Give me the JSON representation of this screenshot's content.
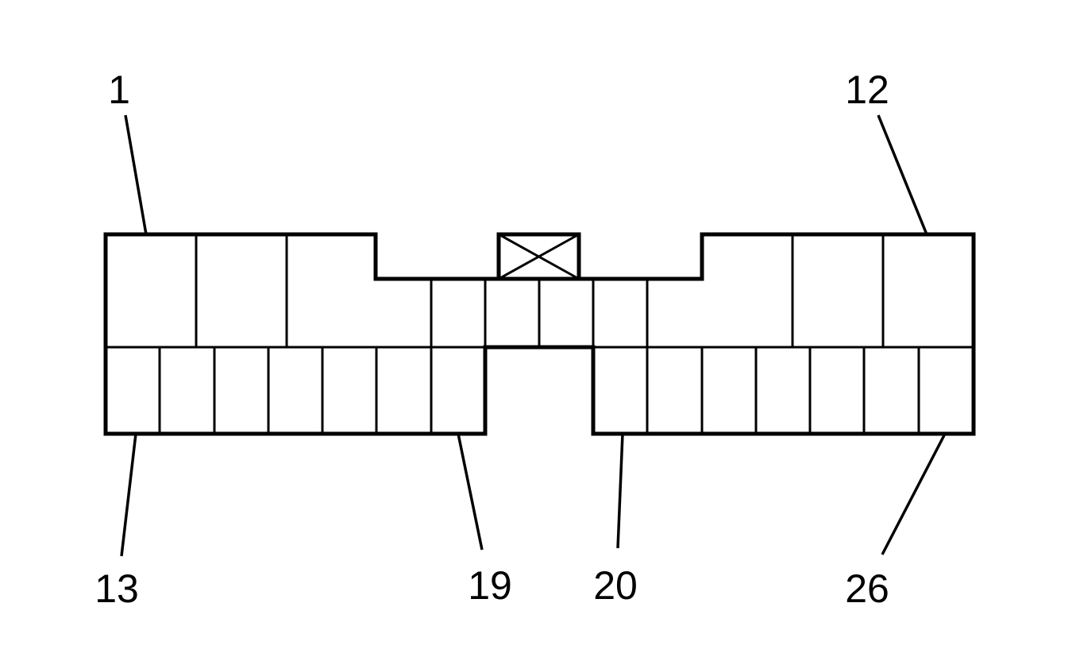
{
  "connector": {
    "callouts": [
      {
        "id": "pin-1",
        "text": "1"
      },
      {
        "id": "pin-12",
        "text": "12"
      },
      {
        "id": "pin-13",
        "text": "13"
      },
      {
        "id": "pin-19",
        "text": "19"
      },
      {
        "id": "pin-20",
        "text": "20"
      },
      {
        "id": "pin-26",
        "text": "26"
      }
    ],
    "key_icon": "x-box-icon",
    "line_color": "#000000",
    "background_color": "#ffffff"
  }
}
